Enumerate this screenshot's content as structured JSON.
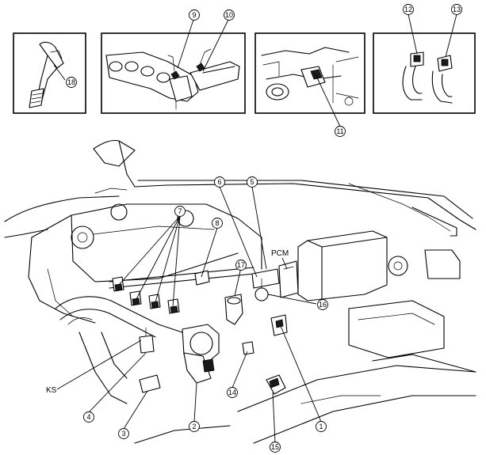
{
  "callouts": {
    "c1": "1",
    "c2": "2",
    "c3": "3",
    "c4": "4",
    "c5": "5",
    "c6": "6",
    "c7": "7",
    "c8": "8",
    "c9": "9",
    "c10": "10",
    "c11": "11",
    "c12": "12",
    "c13": "13",
    "c14": "14",
    "c15": "15",
    "c16": "16",
    "c17": "17",
    "c18": "18"
  },
  "labels": {
    "pcm": "PCM",
    "ks": "KS"
  }
}
